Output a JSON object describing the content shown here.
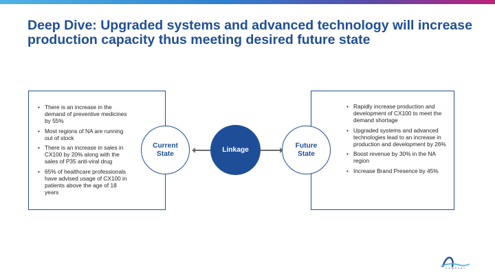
{
  "slide": {
    "title": "Deep Dive: Upgraded systems and advanced technology will increase production capacity thus meeting desired future state"
  },
  "current_state": {
    "label": "Current State",
    "bullets": [
      "There is an increase in the demand of preventive medicines by 55%",
      "Most regions of NA are running out of stock",
      "There is an increase in sales in CX100 by 20% along with the sales of P35 anti-viral drug",
      "65% of healthcare professionals have advised usage of CX100 in patients above the age of 18 years"
    ]
  },
  "linkage": {
    "label": "Linkage"
  },
  "future_state": {
    "label": "Future State",
    "bullets": [
      "Rapidly increase production and development of CX100 to meet the demand shortage",
      "Upgraded systems and advanced technologies lead to an increase in production and development by 26%",
      "Boost revenue by 30% in the NA region",
      "Increase Brand Presence by 45%"
    ]
  },
  "logo": {
    "text": "COMPANY",
    "icon": "company-logo-icon"
  },
  "colors": {
    "primary": "#1f4e99",
    "arrow": "#6a6a6a"
  }
}
